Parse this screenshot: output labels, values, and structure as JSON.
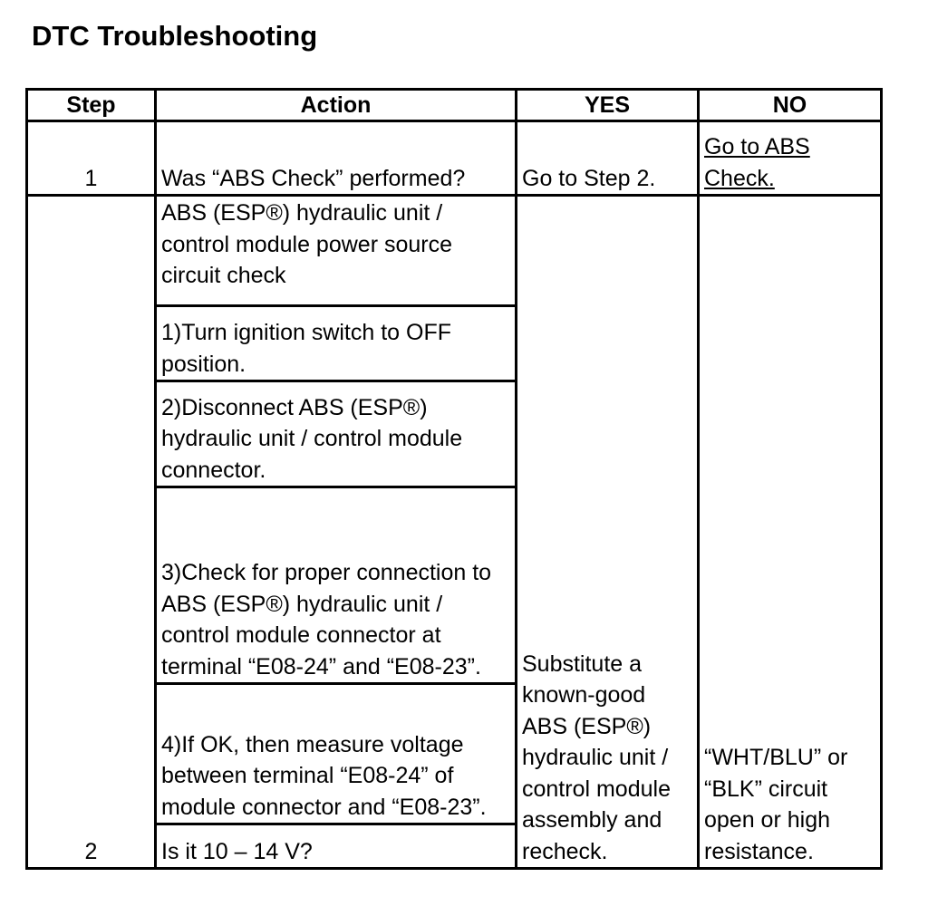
{
  "document": {
    "title": "DTC Troubleshooting"
  },
  "table": {
    "headers": {
      "step": "Step",
      "action": "Action",
      "yes": "YES",
      "no": "NO"
    },
    "step1": {
      "number": "1",
      "action": "Was “ABS Check” performed?",
      "yes": "Go to Step 2.",
      "no": "Go to ABS Check."
    },
    "step2": {
      "number": "2",
      "actions": [
        "ABS (ESP®) hydraulic unit / control module power source circuit check",
        "1)Turn ignition switch to OFF position.",
        "2)Disconnect ABS (ESP®) hydraulic unit / control module connector.",
        "3)Check for proper connection to ABS (ESP®) hydraulic unit / control module connector at terminal “E08-24” and “E08-23”.",
        "4)If OK, then measure voltage between terminal “E08-24” of module connector and “E08-23”.",
        "Is it 10 – 14 V?"
      ],
      "yes": "Substitute a known-good ABS (ESP®) hydraulic unit / control module assembly and recheck.",
      "no": "“WHT/BLU” or “BLK” circuit open or high resistance."
    }
  }
}
